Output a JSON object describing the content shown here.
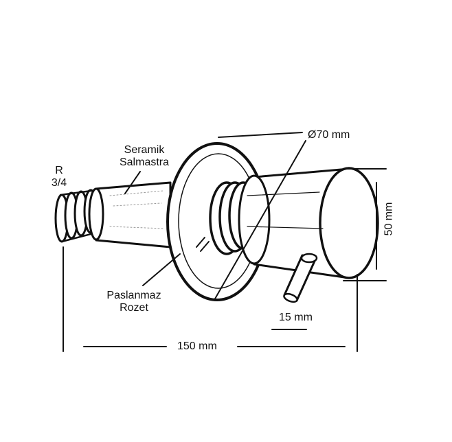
{
  "labels": {
    "thread_size_line1": "R",
    "thread_size_line2": "3/4",
    "ceramic_seal_line1": "Seramik",
    "ceramic_seal_line2": "Salmastra",
    "rosette_line1": "Paslanmaz",
    "rosette_line2": "Rozet",
    "diameter": "Ø70 mm",
    "height": "50 mm",
    "lever": "15 mm",
    "length": "150 mm"
  },
  "colors": {
    "line": "#111111",
    "paper": "#ffffff"
  }
}
